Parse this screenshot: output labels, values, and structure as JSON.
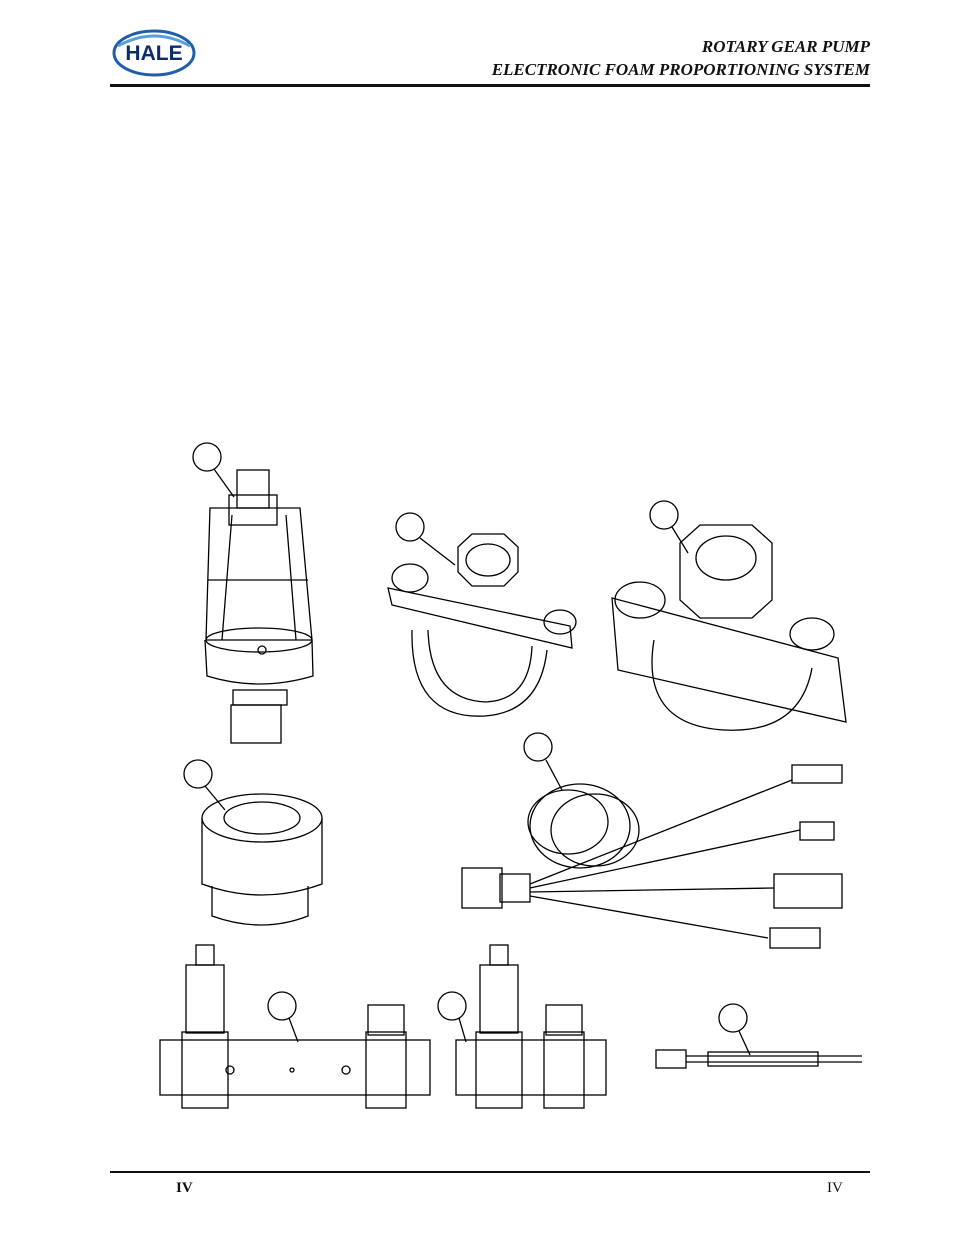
{
  "header": {
    "logo_text": "HALE",
    "title_line1": "ROTARY GEAR PUMP",
    "title_line2": "ELECTRONIC FOAM PROPORTIONING SYSTEM"
  },
  "footer": {
    "left_label": "IV",
    "right_label": "IV"
  },
  "illustration": {
    "parts": [
      "pressure-sensor",
      "small-saddle-clamp",
      "large-saddle-clamp",
      "adapter-collar",
      "cable-harness",
      "long-manifold",
      "short-manifold",
      "jumper-cable"
    ]
  }
}
